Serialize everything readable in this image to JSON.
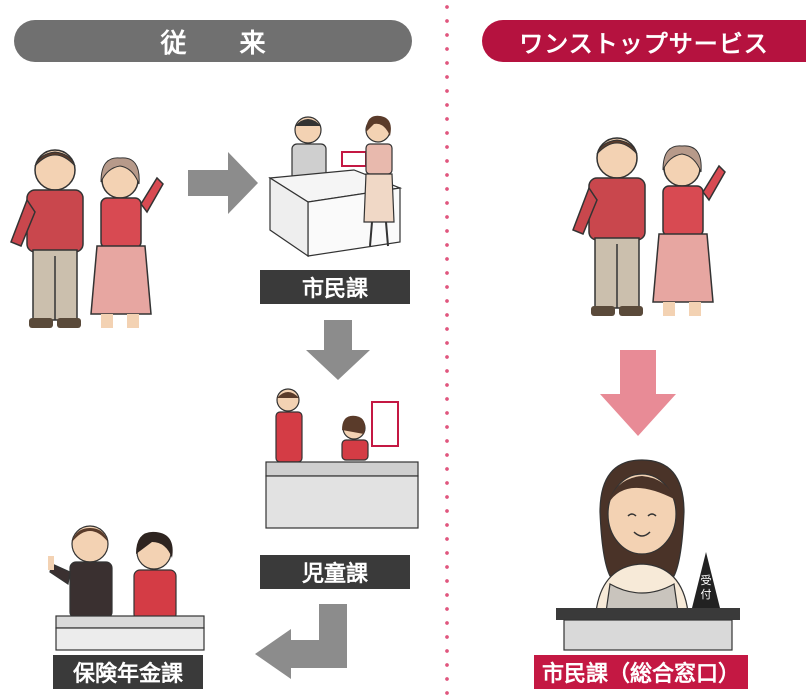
{
  "left_header": "従 来",
  "right_header": "ワンストップサービス",
  "labels": {
    "shimin": "市民課",
    "jido": "児童課",
    "hoken": "保険年金課",
    "shimin_sogo": "市民課（総合窓口）"
  },
  "badge_text": [
    "受",
    "付"
  ],
  "colors": {
    "gray_arrow": "#8c8c8c",
    "pink_arrow": "#e88b96",
    "header_gray": "#707070",
    "header_red": "#b5123f",
    "label_dark": "#3a3a3a",
    "label_red": "#c41843"
  }
}
